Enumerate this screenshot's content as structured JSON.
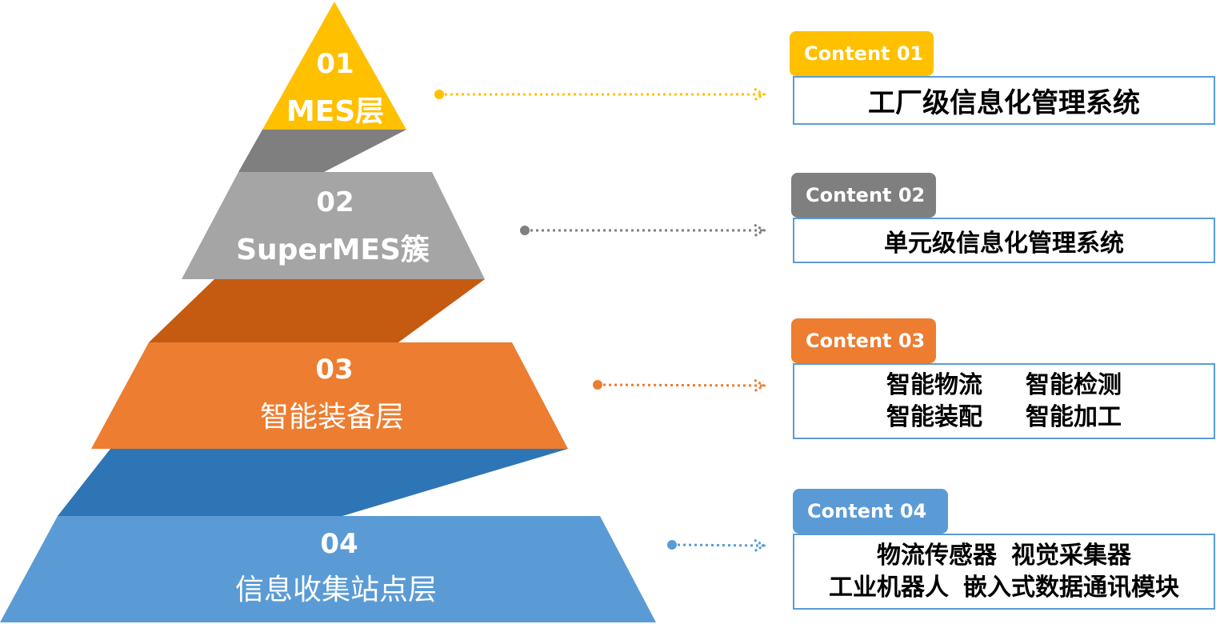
{
  "colors": {
    "layer1": "#ffc000",
    "layer1_side": "#7f7f7f",
    "layer2": "#a5a5a5",
    "layer2_side": "#c55a11",
    "layer3": "#ed7d31",
    "layer3_side": "#2e75b6",
    "layer4": "#5b9bd5",
    "box_border": "#5b9bd5",
    "tag1": "#ffc000",
    "tag2": "#7f7f7f",
    "tag3": "#ed7d31",
    "tag4": "#5b9bd5"
  },
  "layers": [
    {
      "number": "01",
      "name": "MES层",
      "tag": "Content 01",
      "lines": [
        [
          "工厂级信息化管理系统"
        ]
      ]
    },
    {
      "number": "02",
      "name": "SuperMES簇",
      "tag": "Content 02",
      "lines": [
        [
          "单元级信息化管理系统"
        ]
      ]
    },
    {
      "number": "03",
      "name": "智能装备层",
      "tag": "Content 03",
      "lines": [
        [
          "智能物流",
          "智能检测"
        ],
        [
          "智能装配",
          "智能加工"
        ]
      ]
    },
    {
      "number": "04",
      "name": "信息收集站点层",
      "tag": "Content 04",
      "lines": [
        [
          "物流传感器",
          "视觉采集器"
        ],
        [
          "工业机器人",
          "嵌入式数据通讯模块"
        ]
      ]
    }
  ]
}
